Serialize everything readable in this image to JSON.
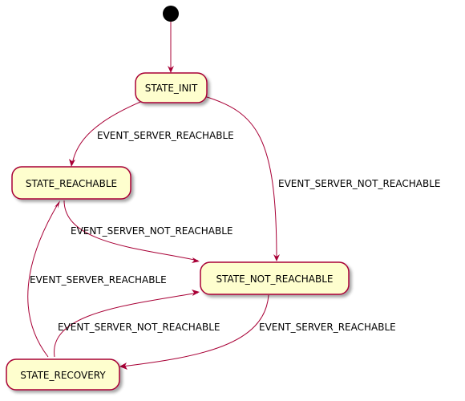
{
  "diagram": {
    "states": {
      "init": "STATE_INIT",
      "reachable": "STATE_REACHABLE",
      "not_reachable": "STATE_NOT_REACHABLE",
      "recovery": "STATE_RECOVERY"
    },
    "transitions": [
      {
        "from": "[*]",
        "to": "STATE_INIT",
        "label": ""
      },
      {
        "from": "STATE_INIT",
        "to": "STATE_REACHABLE",
        "label": "EVENT_SERVER_REACHABLE"
      },
      {
        "from": "STATE_INIT",
        "to": "STATE_NOT_REACHABLE",
        "label": "EVENT_SERVER_NOT_REACHABLE"
      },
      {
        "from": "STATE_REACHABLE",
        "to": "STATE_NOT_REACHABLE",
        "label": "EVENT_SERVER_NOT_REACHABLE"
      },
      {
        "from": "STATE_RECOVERY",
        "to": "STATE_REACHABLE",
        "label": "EVENT_SERVER_REACHABLE"
      },
      {
        "from": "STATE_RECOVERY",
        "to": "STATE_NOT_REACHABLE",
        "label": "EVENT_SERVER_NOT_REACHABLE"
      },
      {
        "from": "STATE_NOT_REACHABLE",
        "to": "STATE_RECOVERY",
        "label": "EVENT_SERVER_REACHABLE"
      }
    ]
  },
  "colors": {
    "state_fill": "#FEFECE",
    "state_border": "#A80036",
    "arrow": "#A80036",
    "start_node": "#000000"
  }
}
